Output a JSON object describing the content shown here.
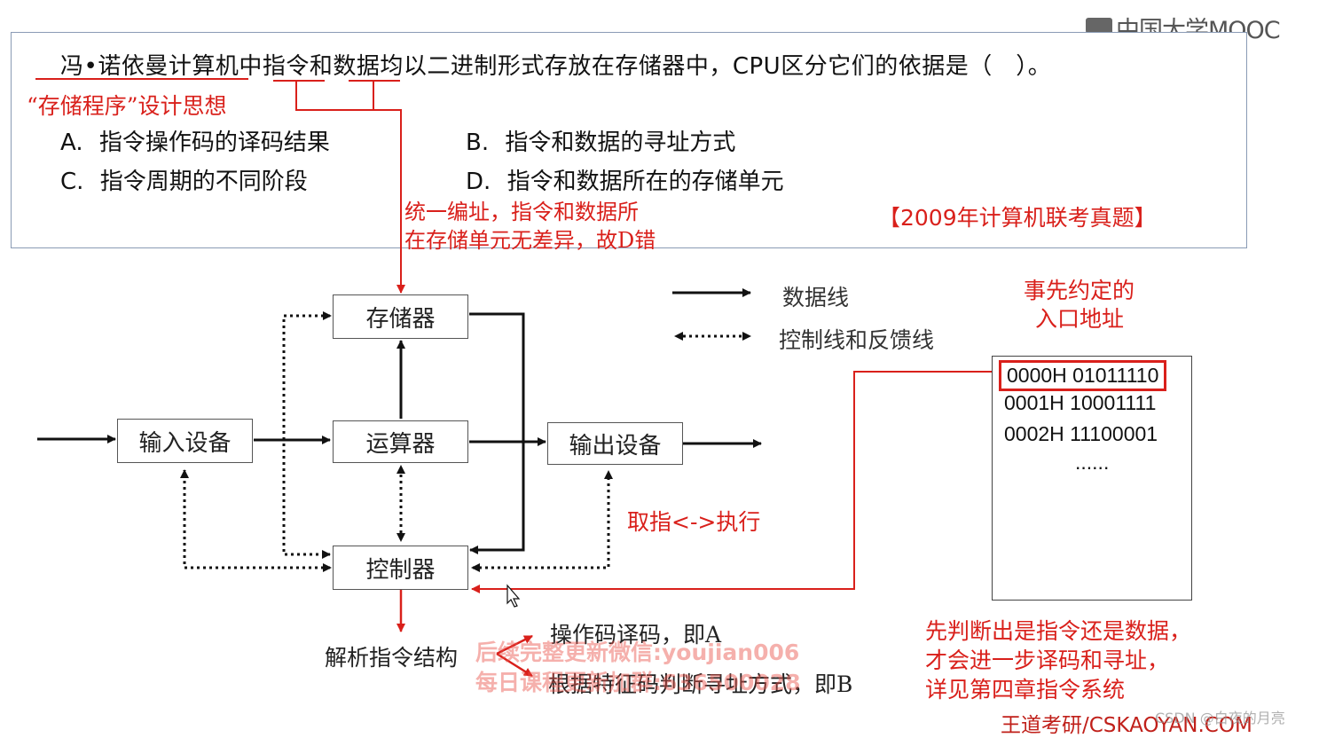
{
  "logo": {
    "text": "中国大学MOOC"
  },
  "question": {
    "text": "冯•诺依曼计算机中指令和数据均以二进制形式存放在存储器中，CPU区分它们的依据是（　）。",
    "options": [
      {
        "letter": "A.",
        "text": "指令操作码的译码结果"
      },
      {
        "letter": "B.",
        "text": "指令和数据的寻址方式"
      },
      {
        "letter": "C.",
        "text": "指令周期的不同阶段"
      },
      {
        "letter": "D.",
        "text": "指令和数据所在的存储单元"
      }
    ],
    "source": "【2009年计算机联考真题】"
  },
  "annotations": {
    "stored_program": "“存储程序”设计思想",
    "unified_line1": "统一编址，指令和数据所",
    "unified_line2": "在存储单元无差异，故D错",
    "fetch_execute": "取指<->执行",
    "preset_line1": "事先约定的",
    "preset_line2": "入口地址",
    "judge_line1": "先判断出是指令还是数据，",
    "judge_line2": "才会进一步译码和寻址，",
    "judge_line3": "详见第四章指令系统"
  },
  "diagram": {
    "blocks": {
      "memory": "存储器",
      "input": "输入设备",
      "alu": "运算器",
      "output": "输出设备",
      "controller": "控制器"
    },
    "legend": {
      "data_line": "数据线",
      "control_line": "控制线和反馈线"
    },
    "parse": {
      "label": "解析指令结构",
      "branch_a": "操作码译码，即A",
      "branch_b": "根据特征码判断寻址方式，即B"
    }
  },
  "memory_table": {
    "rows": [
      "0000H 01011110",
      "0001H 10001111",
      "0002H 11100001",
      "......"
    ]
  },
  "watermark": {
    "line1": "后续完整更新微信:youjian006",
    "line2": "每日课程更新加群:636500028"
  },
  "footer": {
    "brand": "王道考研/CSKAOYAN.COM",
    "csdn": "CSDN @白夜的月亮"
  },
  "colors": {
    "accent_red": "#d9201b",
    "frame": "#8a9bb5"
  }
}
